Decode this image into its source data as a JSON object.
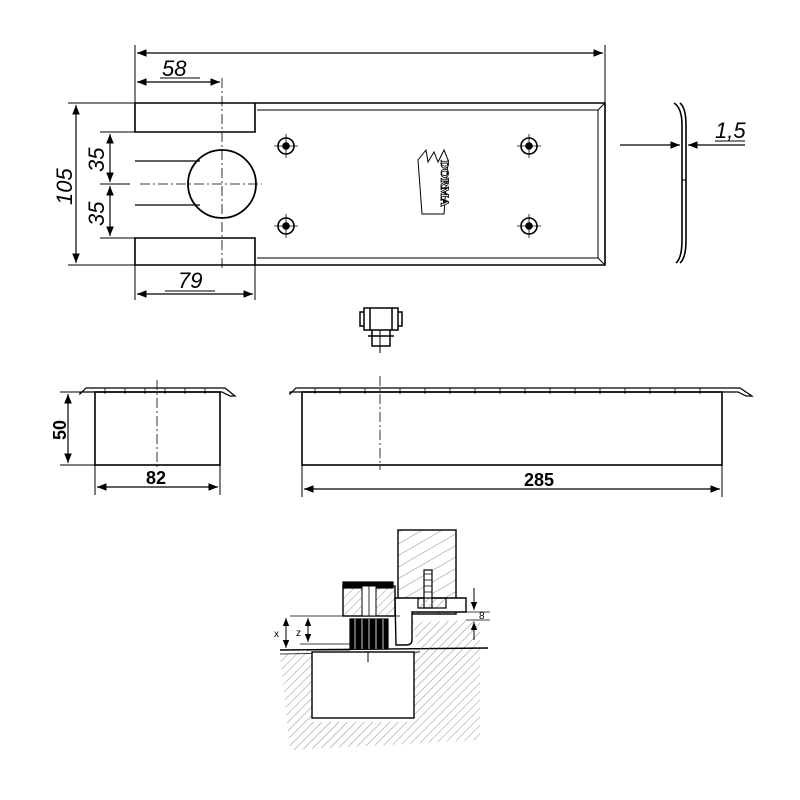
{
  "colors": {
    "line": "#000000",
    "hatch": "#777777",
    "background": "#ffffff"
  },
  "plan_view": {
    "overall_length": "",
    "dim_hole_offset": "58",
    "dim_height": "105",
    "dim_upper": "35",
    "dim_lower": "35",
    "dim_cutout_length": "79",
    "thickness": "1,5",
    "logo_text": "DORMA"
  },
  "side_view": {
    "dim_depth": "50",
    "dim_short_width": "82",
    "dim_long_width": "285"
  },
  "section_view": {
    "label_x": "x",
    "label_z": "z",
    "label_gap": "8"
  }
}
